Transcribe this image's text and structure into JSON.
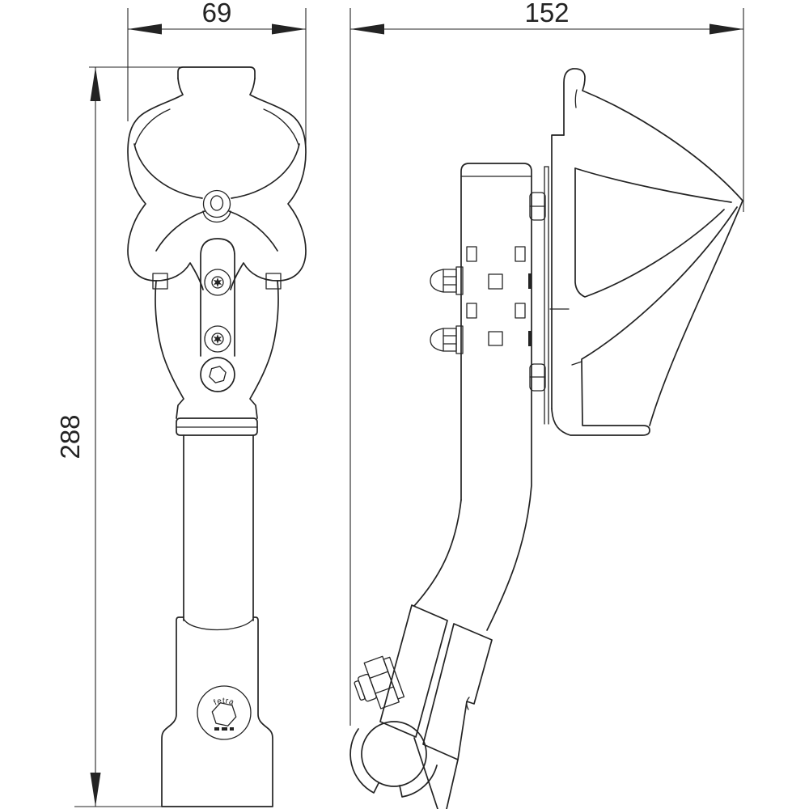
{
  "dimensions": {
    "cage_width_mm": "69",
    "mount_depth_mm": "152",
    "overall_height_mm": "288"
  },
  "emblem": {
    "brand_text": "fetra"
  },
  "colors": {
    "line": "#232323",
    "background": "#ffffff"
  }
}
